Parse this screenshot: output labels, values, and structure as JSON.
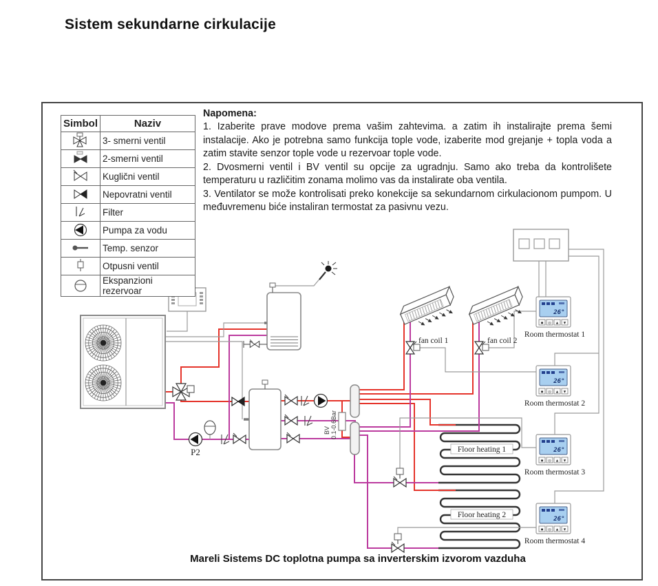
{
  "page": {
    "title": "Sistem sekundarne cirkulacije"
  },
  "legend": {
    "headers": {
      "symbol": "Simbol",
      "name": "Naziv"
    },
    "rows": [
      {
        "icon": "three-way-valve-icon",
        "name": "3- smerni ventil"
      },
      {
        "icon": "two-way-valve-icon",
        "name": "2-smerni ventil"
      },
      {
        "icon": "ball-valve-icon",
        "name": "Kuglični ventil"
      },
      {
        "icon": "check-valve-icon",
        "name": "Nepovratni ventil"
      },
      {
        "icon": "filter-icon",
        "name": "Filter"
      },
      {
        "icon": "water-pump-icon",
        "name": "Pumpa za vodu"
      },
      {
        "icon": "temp-sensor-icon",
        "name": "Temp. senzor"
      },
      {
        "icon": "relief-valve-icon",
        "name": "Otpusni ventil"
      },
      {
        "icon": "expansion-tank-icon",
        "name": "Ekspanzioni rezervoar"
      }
    ]
  },
  "notes": {
    "heading": "Napomena:",
    "items": [
      "1. Izaberite prave modove prema vašim zahtevima. a zatim ih instalirajte prema šemi instalacije. Ako je potrebna samo funkcija tople vode, izaberite mod grejanje + topla voda a zatim stavite senzor tople vode u rezervoar tople vode.",
      "2. Dvosmerni ventil i BV ventil su opcije za ugradnju. Samo ako treba da kontrolišete temperaturu u različitim zonama molimo vas da instalirate oba ventila.",
      "3. Ventilator se može kontrolisati preko konekcije sa sekundarnom cirkulacionom pumpom. U međuvremenu biće instaliran termostat za pasivnu vezu."
    ]
  },
  "diagram": {
    "labels": {
      "fan_coil_1": "fan coil 1",
      "fan_coil_2": "fan coil 2",
      "floor_heating_1": "Floor heating 1",
      "floor_heating_2": "Floor heating 2",
      "thermostat_1": "Room thermostat 1",
      "thermostat_2": "Room thermostat 2",
      "thermostat_3": "Room thermostat 3",
      "thermostat_4": "Room thermostat 4",
      "pump_p2": "P2",
      "bypass_valve": "BV",
      "bypass_range": "0.1-0.6Bar"
    },
    "thermostat": {
      "temp": "26°"
    },
    "caption": "Mareli Sistems DC toplotna pumpa sa inverterskim izvorom vazduha",
    "colors": {
      "supply": "#e5332a",
      "return": "#bb3a9e",
      "wire": "#999999",
      "lcd": "#a8cff0"
    }
  }
}
